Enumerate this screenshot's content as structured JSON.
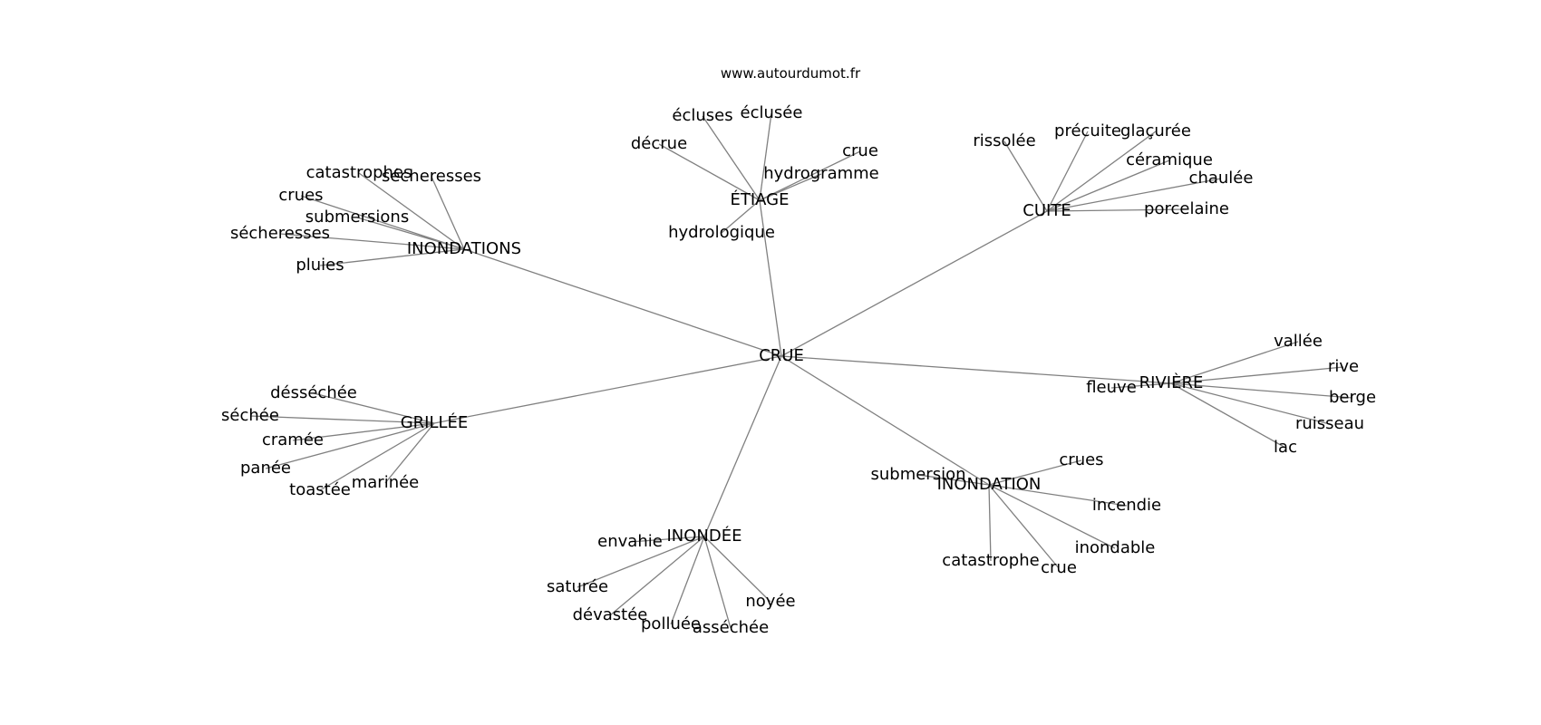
{
  "source": "www.autourdumot.fr",
  "center": "CRUE",
  "groups": [
    {
      "hub": "INONDATIONS",
      "leaves": [
        "catastrophes",
        "sécheresses",
        "crues",
        "submersions",
        "sécheresses",
        "pluies"
      ]
    },
    {
      "hub": "ÉTIAGE",
      "leaves": [
        "écluses",
        "éclusée",
        "décrue",
        "crue",
        "hydrogramme",
        "hydrologique"
      ]
    },
    {
      "hub": "CUITE",
      "leaves": [
        "rissolée",
        "précuite",
        "glaçurée",
        "céramique",
        "chaulée",
        "porcelaine"
      ]
    },
    {
      "hub": "RIVIÈRE",
      "leaves": [
        "vallée",
        "rive",
        "berge",
        "ruisseau",
        "lac",
        "fleuve"
      ]
    },
    {
      "hub": "INONDATION",
      "leaves": [
        "submersion",
        "crues",
        "incendie",
        "inondable",
        "crue",
        "catastrophe"
      ]
    },
    {
      "hub": "INONDÉE",
      "leaves": [
        "envahie",
        "saturée",
        "dévastée",
        "polluée",
        "asséchée",
        "noyée"
      ]
    },
    {
      "hub": "GRILLÉE",
      "leaves": [
        "désséchée",
        "séchée",
        "cramée",
        "panée",
        "toastée",
        "marinée"
      ]
    }
  ],
  "colors": {
    "edge": "#808080",
    "text": "#000000",
    "background": "#ffffff"
  }
}
